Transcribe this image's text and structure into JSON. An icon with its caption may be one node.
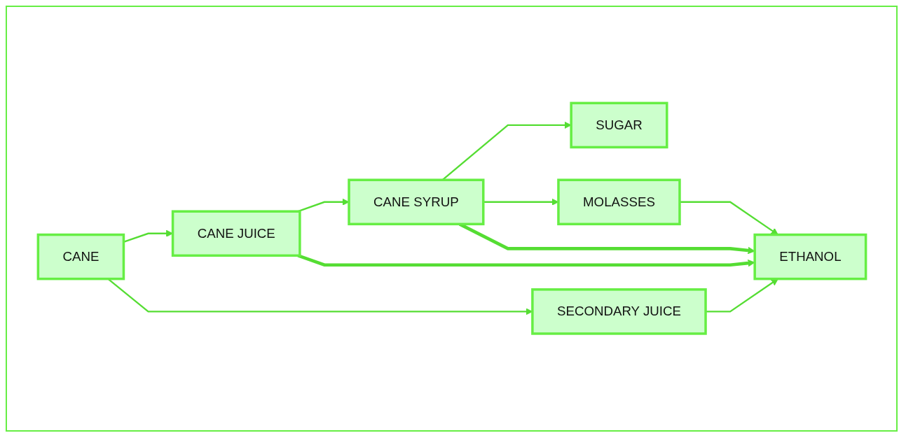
{
  "diagram": {
    "nodes": [
      {
        "text": [
          "CANE"
        ]
      },
      {
        "text": [
          "CANE JUICE"
        ]
      },
      {
        "text": [
          "CANE SYRUP"
        ]
      },
      {
        "text": [
          "SUGAR"
        ]
      },
      {
        "text": [
          "SECONDARY JUICE"
        ]
      },
      {
        "text": [
          "MOLASSES"
        ]
      },
      {
        "text": [
          "ETHANOL"
        ]
      }
    ],
    "edges": [
      {
        "from": 0,
        "to": 1,
        "arrow": "to"
      },
      {
        "from": 0,
        "to": 4,
        "arrow": "to"
      },
      {
        "from": 1,
        "to": 2,
        "arrow": "to"
      },
      {
        "from": 2,
        "to": 3,
        "arrow": "to"
      },
      {
        "from": 2,
        "to": 5,
        "arrow": "to"
      },
      {
        "from": 5,
        "to": 6,
        "arrow": "to"
      },
      {
        "from": 1,
        "to": 6,
        "arrow": "to",
        "style": "thick"
      },
      {
        "from": 2,
        "to": 6,
        "arrow": "to",
        "style": "thick"
      },
      {
        "from": 4,
        "to": 6,
        "arrow": "to"
      }
    ]
  }
}
